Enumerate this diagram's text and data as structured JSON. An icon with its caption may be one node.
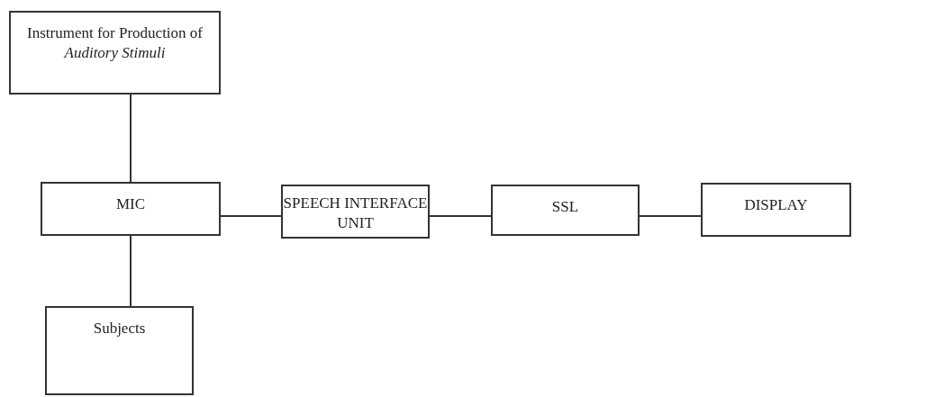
{
  "diagram": {
    "nodes": [
      {
        "text": [
          "Instrument for Production of *Auditory Stimuli*"
        ]
      },
      {
        "text": [
          "MIC"
        ]
      },
      {
        "text": [
          "SPEECH INTERFACE UNIT"
        ]
      },
      {
        "text": [
          "SSL"
        ]
      },
      {
        "text": [
          "DISPLAY"
        ]
      },
      {
        "text": [
          "Subjects"
        ]
      }
    ],
    "edges": [
      {
        "from": 0,
        "to": 1,
        "arrow": "none"
      },
      {
        "from": 1,
        "to": 2,
        "arrow": "none"
      },
      {
        "from": 2,
        "to": 3,
        "arrow": "none"
      },
      {
        "from": 3,
        "to": 4,
        "arrow": "none"
      },
      {
        "from": 1,
        "to": 5,
        "arrow": "none"
      }
    ]
  }
}
